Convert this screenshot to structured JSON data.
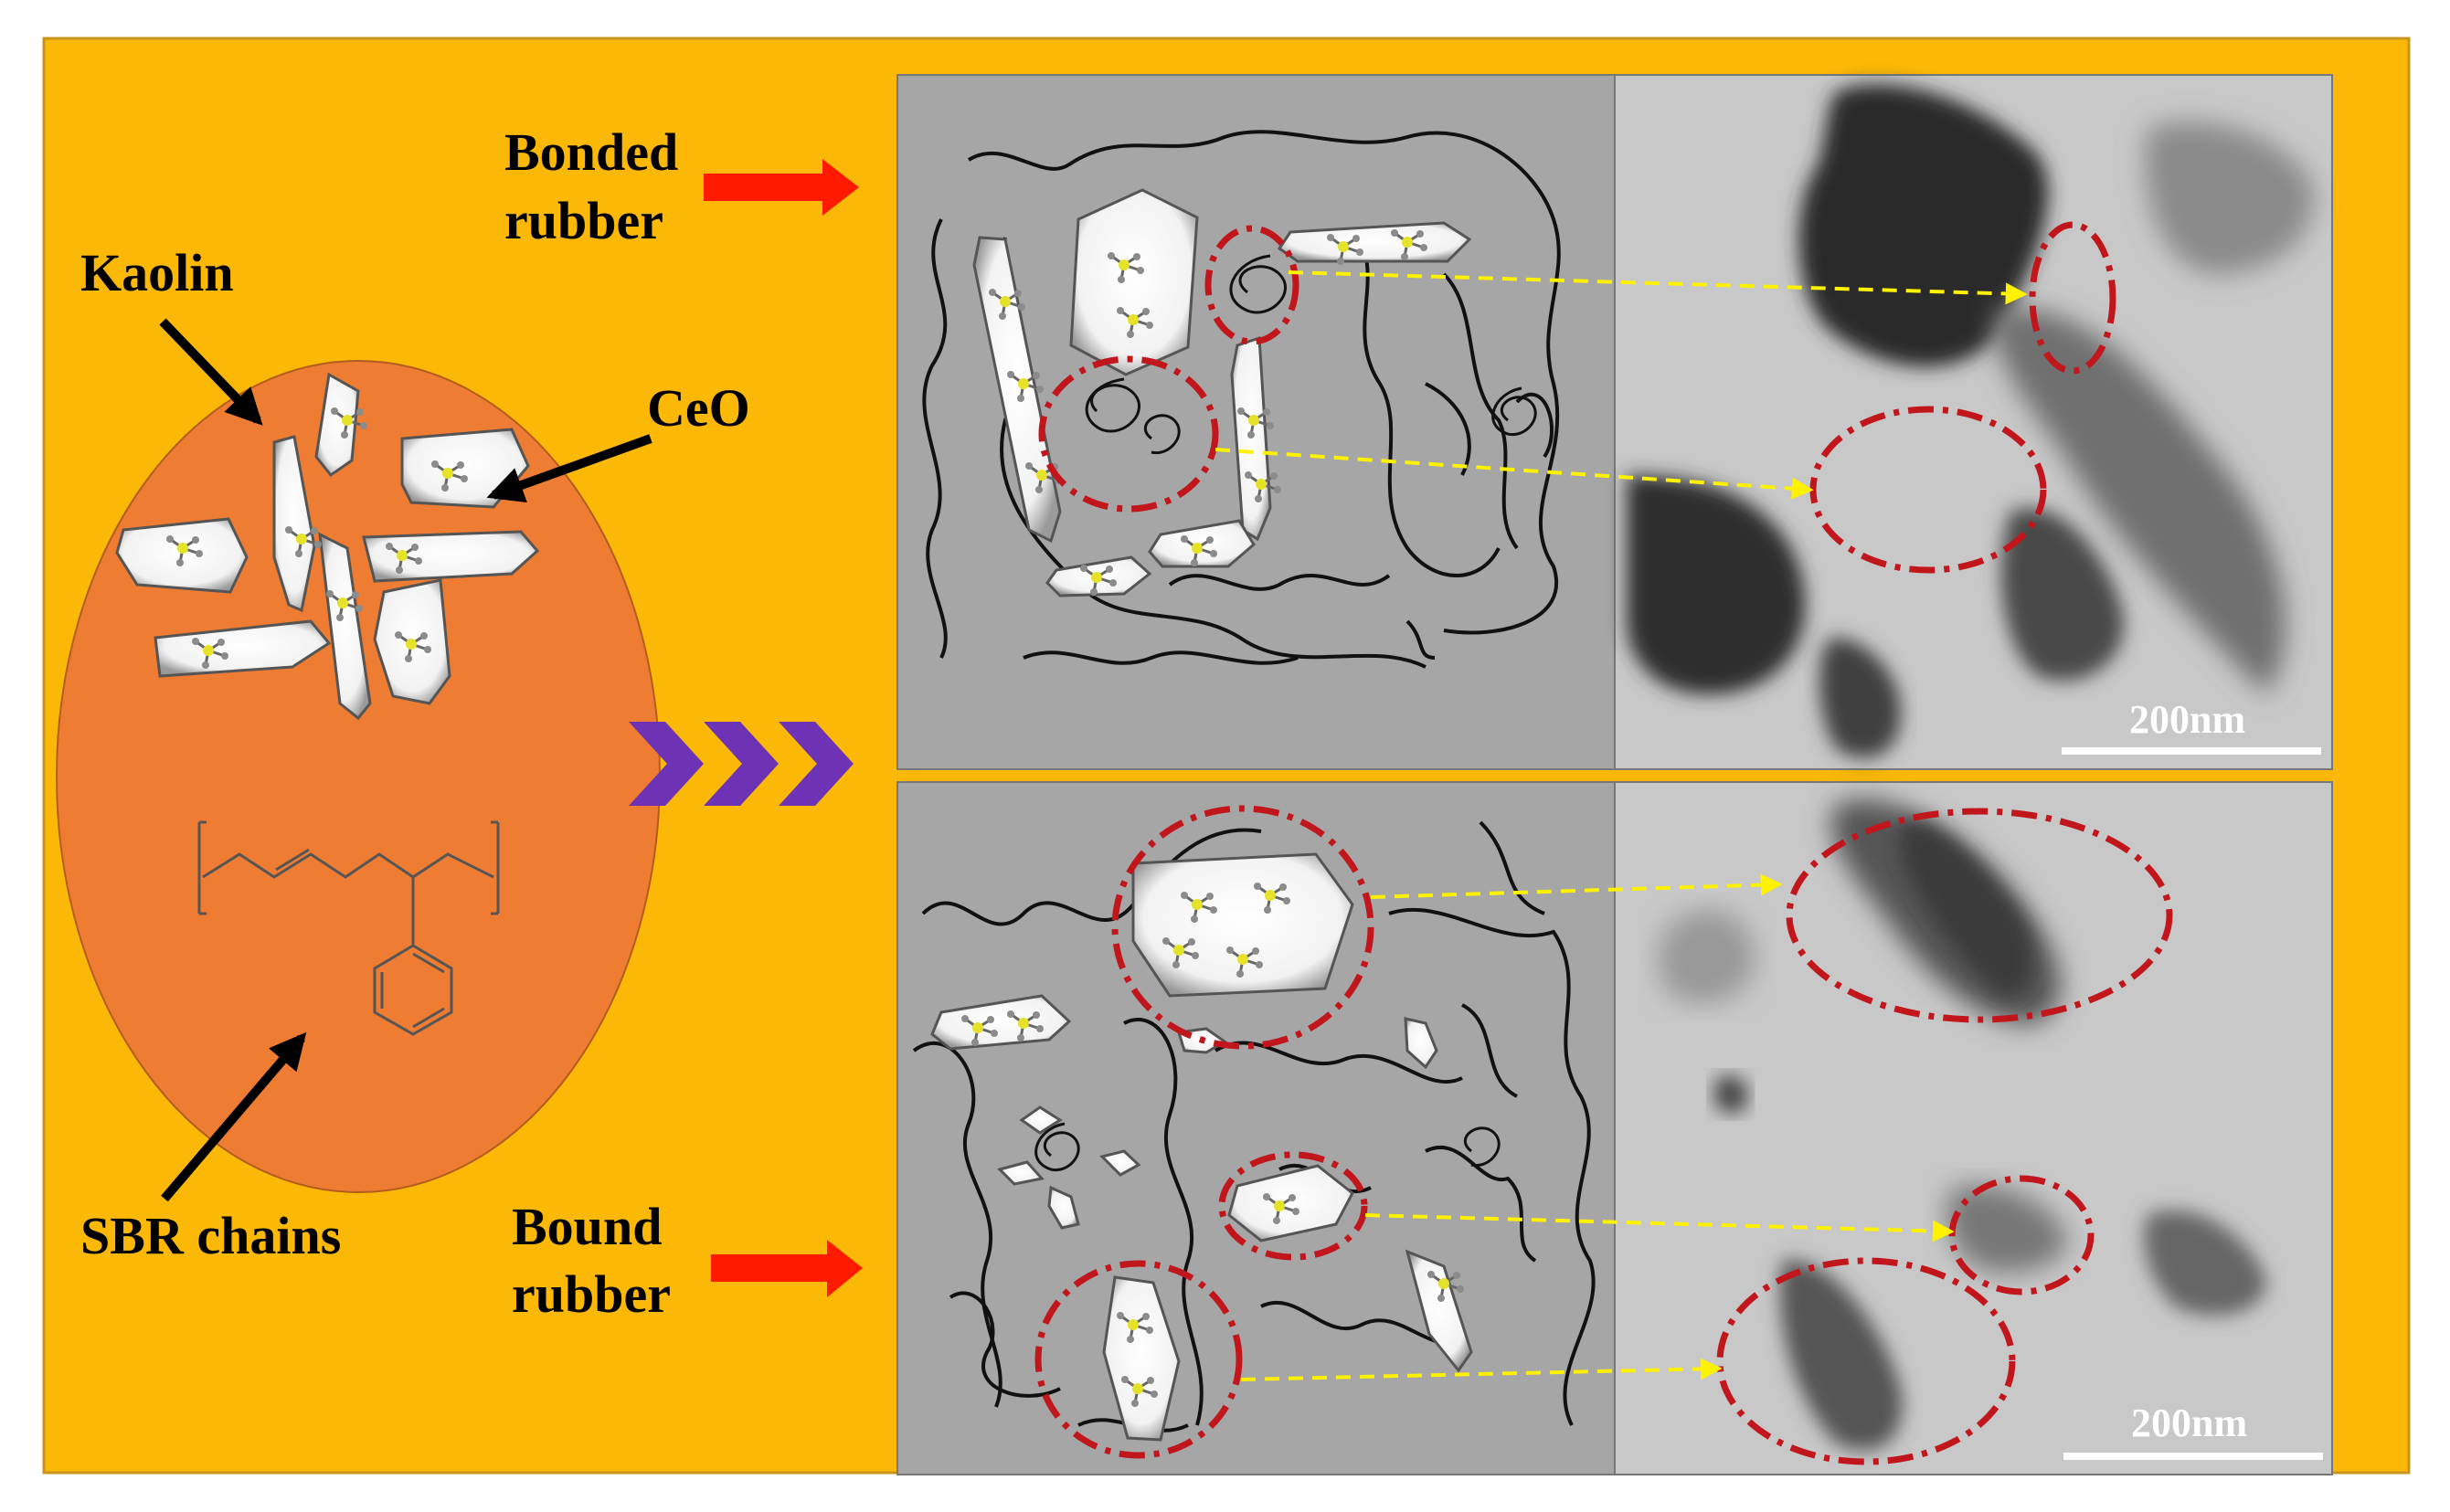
{
  "labels": {
    "kaolin": "Kaolin",
    "ceo": "CeO",
    "sbr_chains": "SBR chains",
    "bonded_line1": "Bonded",
    "bonded_line2": "rubber",
    "bound_line1": "Bound",
    "bound_line2": "rubber",
    "scale_top": "200nm",
    "scale_bottom": "200nm"
  },
  "colors": {
    "background": "#FBB806",
    "frame": "#C9941B",
    "sphere": "#EE7D33",
    "panel_gray": "#A6A6A6",
    "tem_gray": "#C8C8C8",
    "arrow_red": "#FF1A00",
    "ellipse_red": "#C0161C",
    "dash_yellow": "#FFF200",
    "chevron": "#6E33B5",
    "particle_fill": "#FFFFFF"
  },
  "icons": [
    "chevron-right-icon",
    "arrow-right-icon",
    "arrow-pointer-icon",
    "benzene-ring-icon"
  ]
}
